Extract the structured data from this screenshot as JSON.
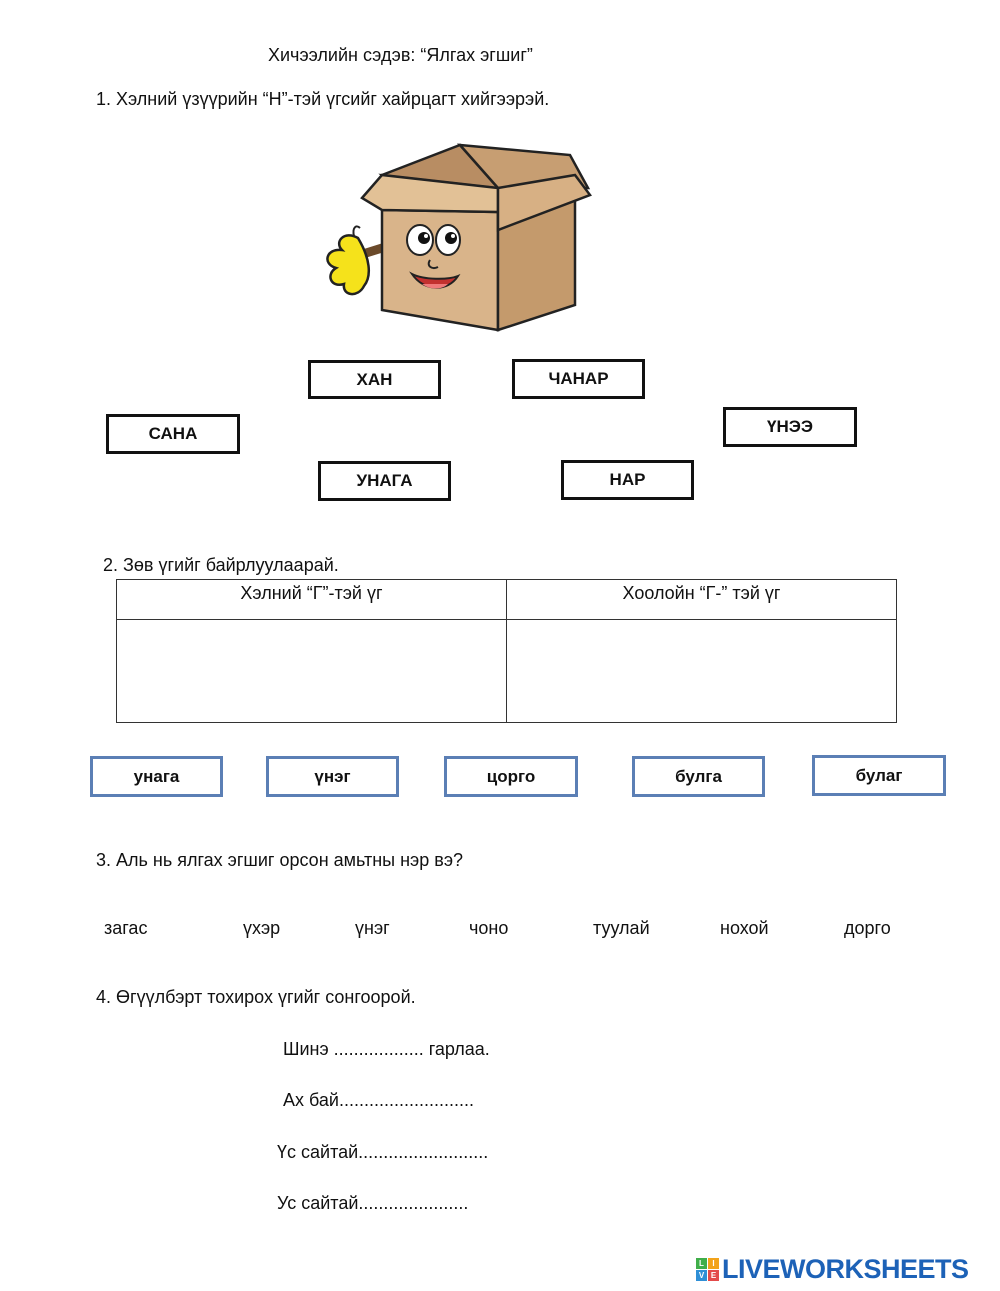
{
  "title": "Хичээлийн сэдэв:  “Ялгах эгшиг”",
  "q1": {
    "text": "1.   Хэлний үзүүрийн “Н”-тэй үгсийг хайрцагт хийгээрэй.",
    "words": [
      "ХАН",
      "ЧАНАР",
      "САНА",
      "ҮНЭЭ",
      "УНАГА",
      "НАР"
    ]
  },
  "q2": {
    "text": "2. Зөв үгийг байрлуулаарай.",
    "col1": "Хэлний “Г”-тэй үг",
    "col2": "Хоолойн “Г-” тэй үг",
    "words": [
      "унага",
      "үнэг",
      "цорго",
      "булга",
      "булаг"
    ]
  },
  "q3": {
    "text": "3.   Аль нь ялгах эгшиг орсон амьтны нэр вэ?",
    "words": [
      "загас",
      "үхэр",
      "үнэг",
      "чоно",
      "туулай",
      "нохой",
      "дорго"
    ]
  },
  "q4": {
    "text": "4.   Өгүүлбэрт тохирох үгийг сонгоорой.",
    "sentences": [
      "Шинэ ..................   гарлаа.",
      "Ах бай...........................",
      "Үс сайтай..........................",
      "Ус сайтай......................"
    ]
  },
  "logo": {
    "text": "LIVEWORKSHEETS",
    "blocks": [
      "L",
      "I",
      "V",
      "E"
    ]
  },
  "colors": {
    "blue_border": "#5b7fb5",
    "logo_blue": "#1d62b7"
  }
}
